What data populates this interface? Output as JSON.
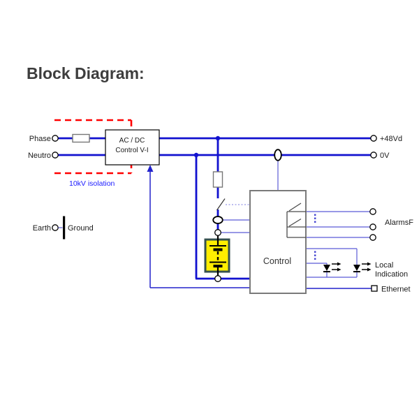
{
  "page": {
    "title": "Block Diagram:"
  },
  "converter": {
    "name_line1": "AC / DC",
    "name_line2": "Control V-I",
    "isolation_label": "10kV isolation"
  },
  "ac_inputs": {
    "phase": "Phase",
    "neutral": "Neutro",
    "earth": "Earth",
    "ground": "Ground"
  },
  "dc_outputs": {
    "positive_rail": "+48Vd",
    "zero_rail": "0V"
  },
  "control_unit": {
    "label": "Control"
  },
  "interfaces": {
    "alarms": "AlarmsF",
    "local_indication_line1": "Local",
    "local_indication_line2": "Indication",
    "ethernet": "Ethernet"
  },
  "colors": {
    "power_wire_blue": "#1111CF",
    "signal_wire_blue": "#5A5AD6",
    "control_wire_blue": "#2222CC",
    "isolation_red": "#FF0000",
    "battery_yellow": "#FFEE00",
    "battery_border": "#36514F",
    "control_box_border": "#7A7A7A",
    "title_gray": "#3D3D3D"
  }
}
